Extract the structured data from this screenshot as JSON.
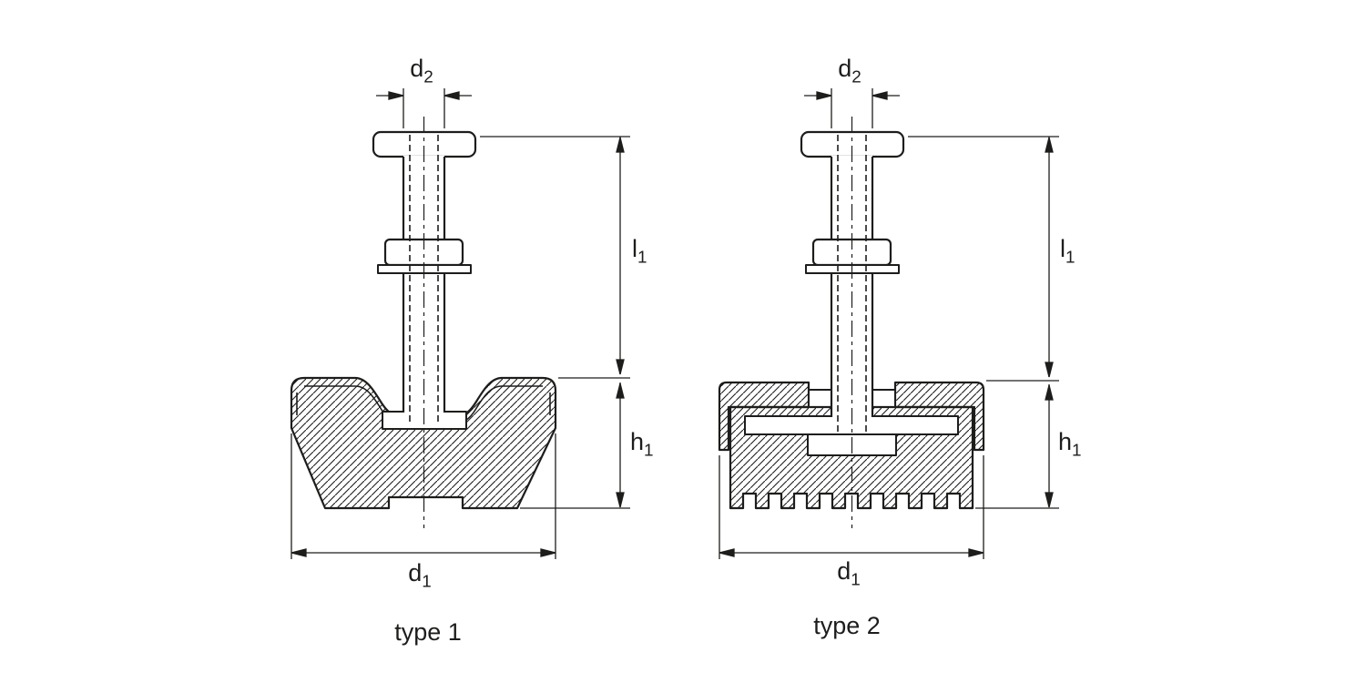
{
  "page": {
    "background_color": "#ffffff",
    "line_color": "#1d1d1b"
  },
  "figures": [
    {
      "caption": "type 1",
      "dims": {
        "d2": {
          "base": "d",
          "sub": "2"
        },
        "l1": {
          "base": "l",
          "sub": "1"
        },
        "h1": {
          "base": "h",
          "sub": "1"
        },
        "d1": {
          "base": "d",
          "sub": "1"
        }
      }
    },
    {
      "caption": "type 2",
      "dims": {
        "d2": {
          "base": "d",
          "sub": "2"
        },
        "l1": {
          "base": "l",
          "sub": "1"
        },
        "h1": {
          "base": "h",
          "sub": "1"
        },
        "d1": {
          "base": "d",
          "sub": "1"
        }
      }
    }
  ]
}
